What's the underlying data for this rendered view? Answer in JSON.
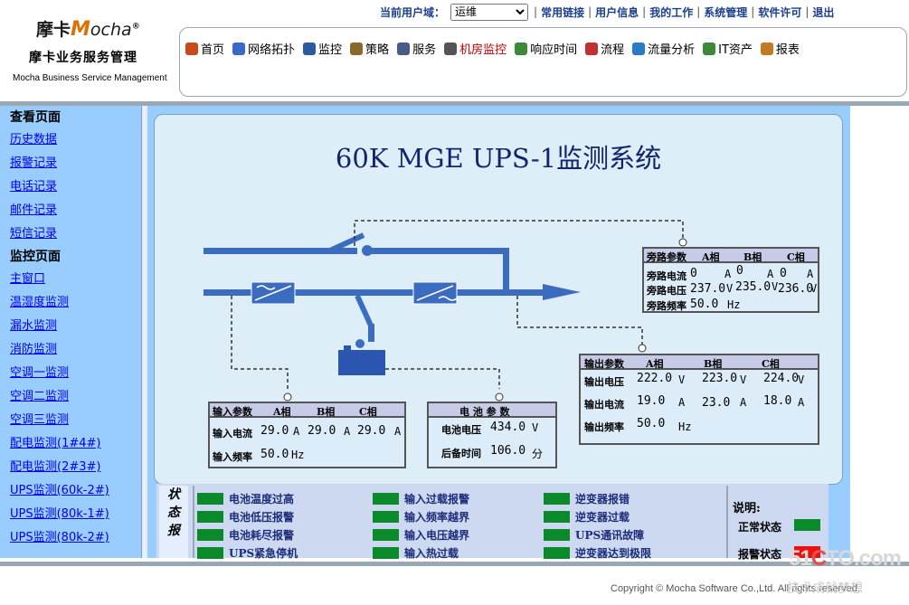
{
  "logo": {
    "cn_brand": "摩卡",
    "en_brand_initial": "M",
    "en_brand_rest": "ocha",
    "reg_mark": "®",
    "cn_name": "摩卡业务服务管理",
    "en_name": "Mocha Business Service Management"
  },
  "userbar": {
    "domain_label": "当前用户域：",
    "domain_value": "运维",
    "links": [
      "常用链接",
      "用户信息",
      "我的工作",
      "系统管理",
      "软件许可",
      "退出"
    ],
    "separator": "|"
  },
  "nav": {
    "items": [
      {
        "label": "首页",
        "icon": "home-icon",
        "color": "#c84a1a"
      },
      {
        "label": "网络拓扑",
        "icon": "network-topology-icon",
        "color": "#3a6ac8"
      },
      {
        "label": "监控",
        "icon": "monitor-icon",
        "color": "#2a5aa0"
      },
      {
        "label": "策略",
        "icon": "policy-icon",
        "color": "#8a6a2a"
      },
      {
        "label": "服务",
        "icon": "service-icon",
        "color": "#4a5a8a"
      },
      {
        "label": "机房监控",
        "icon": "datacenter-person-icon",
        "color": "#555555"
      },
      {
        "label": "响应时间",
        "icon": "response-time-icon",
        "color": "#3a8a3a"
      },
      {
        "label": "流程",
        "icon": "workflow-icon",
        "color": "#c03030"
      },
      {
        "label": "流量分析",
        "icon": "traffic-analysis-icon",
        "color": "#2a7ac8"
      },
      {
        "label": "IT资产",
        "icon": "it-asset-icon",
        "color": "#3a8a3a"
      },
      {
        "label": "报表",
        "icon": "report-icon",
        "color": "#c07a20"
      }
    ],
    "active_index": 5
  },
  "sidebar": {
    "sections": [
      {
        "heading": "查看页面",
        "links": [
          "历史数据",
          "报警记录",
          "电话记录",
          "邮件记录",
          "短信记录"
        ]
      },
      {
        "heading": "监控页面",
        "links": [
          "主窗口",
          "温湿度监测",
          "漏水监测",
          "消防监测",
          "空调一监测",
          "空调二监测",
          "空调三监测",
          "配电监测(1#4#)",
          "配电监测(2#3#)",
          "UPS监测(60k-2#)",
          "UPS监测(80k-1#)",
          "UPS监测(80k-2#)"
        ]
      }
    ]
  },
  "main": {
    "title": "60K MGE UPS-1监测系统",
    "bypass": {
      "header": [
        "旁路参数",
        "A相",
        "B相",
        "C相"
      ],
      "rows": [
        {
          "label": "旁路电流",
          "values": [
            "0",
            "0",
            "0"
          ],
          "unit": "A"
        },
        {
          "label": "旁路电压",
          "values": [
            "237.0",
            "235.0",
            "236.0"
          ],
          "unit": "V"
        },
        {
          "label": "旁路频率",
          "values": [
            "50.0"
          ],
          "unit": "Hz"
        }
      ]
    },
    "output": {
      "header": [
        "输出参数",
        "A相",
        "B相",
        "C相"
      ],
      "rows": [
        {
          "label": "输出电压",
          "values": [
            "222.0",
            "223.0",
            "224.0"
          ],
          "unit": "V"
        },
        {
          "label": "输出电流",
          "values": [
            "19.0",
            "23.0",
            "18.0"
          ],
          "unit": "A"
        },
        {
          "label": "输出频率",
          "values": [
            "50.0"
          ],
          "unit": "Hz"
        }
      ]
    },
    "input": {
      "header": [
        "输入参数",
        "A相",
        "B相",
        "C相"
      ],
      "rows": [
        {
          "label": "输入电流",
          "values": [
            "29.0",
            "29.0",
            "29.0"
          ],
          "unit": "A"
        },
        {
          "label": "输入频率",
          "values": [
            "50.0"
          ],
          "unit": "Hz"
        }
      ]
    },
    "battery": {
      "header": "电 池 参 数",
      "rows": [
        {
          "label": "电池电压",
          "value": "434.0",
          "unit": "V"
        },
        {
          "label": "后备时间",
          "value": "106.0",
          "unit": "分"
        }
      ]
    }
  },
  "status": {
    "side_label": [
      "状",
      "态",
      "报"
    ],
    "columns": [
      [
        "电池温度过高",
        "电池低压报警",
        "电池耗尽报警",
        "UPS紧急停机"
      ],
      [
        "输入过载报警",
        "输入频率越界",
        "输入电压越界",
        "输入热过载"
      ],
      [
        "逆变器报错",
        "逆变器过载",
        "UPS通讯故障",
        "逆变器达到极限"
      ]
    ],
    "normal_color": "#0a8a2a",
    "alarm_color": "#ee1111",
    "legend": {
      "title": "说明:",
      "normal": "正常状态",
      "alarm": "报警状态"
    }
  },
  "footer": {
    "copyright": "Copyright © Mocha Software Co.,Ltd. All rights reserved.",
    "watermark_num": "51",
    "watermark_c": "C",
    "watermark_rest": "TO.com",
    "watermark_cn": "技术成就梦想"
  }
}
